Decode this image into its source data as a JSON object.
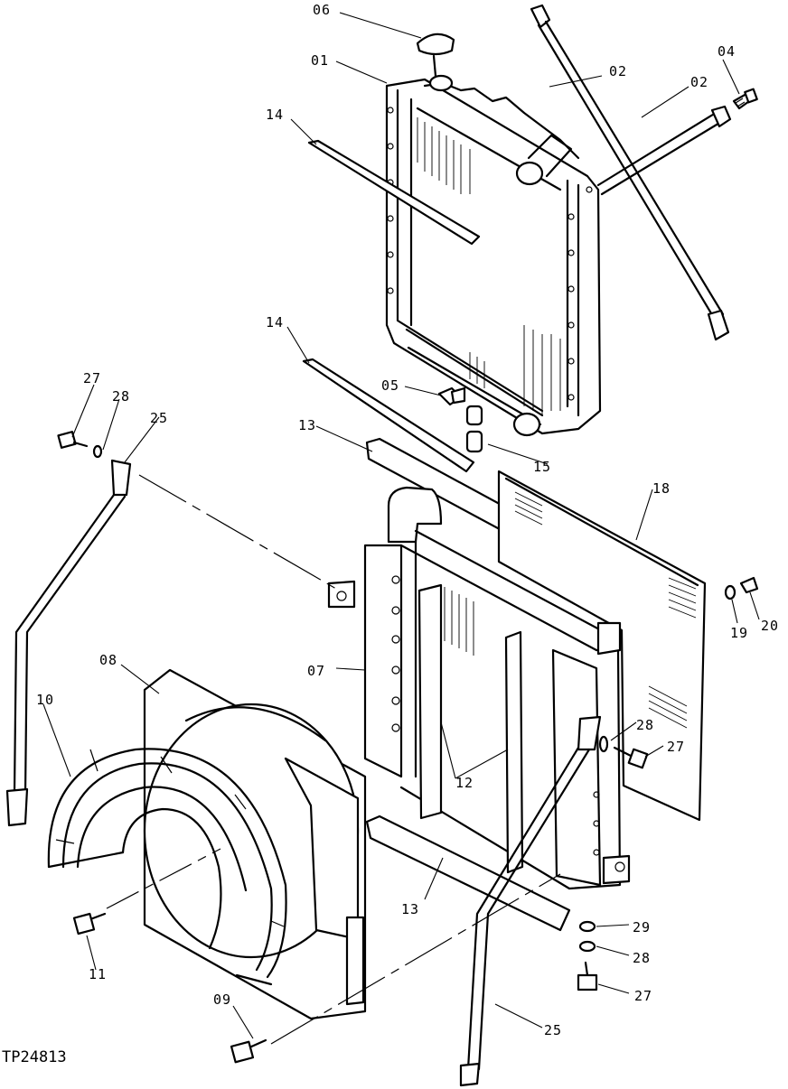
{
  "figure_id": "TP24813",
  "callouts": {
    "c01": "01",
    "c02a": "02",
    "c02b": "02",
    "c04": "04",
    "c05": "05",
    "c06": "06",
    "c07": "07",
    "c08": "08",
    "c09": "09",
    "c10": "10",
    "c11": "11",
    "c12": "12",
    "c13a": "13",
    "c13b": "13",
    "c14a": "14",
    "c14b": "14",
    "c15": "15",
    "c18": "18",
    "c19": "19",
    "c20": "20",
    "c25a": "25",
    "c25b": "25",
    "c27a": "27",
    "c27b": "27",
    "c27c": "27",
    "c28a": "28",
    "c28b": "28",
    "c28c": "28",
    "c29": "29"
  }
}
